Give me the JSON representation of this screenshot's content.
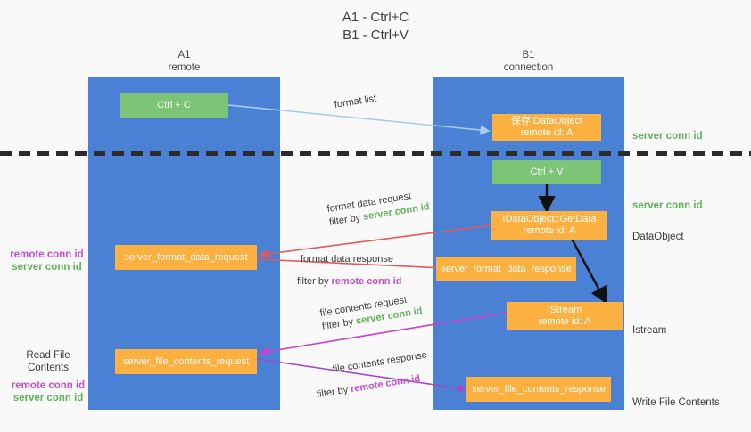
{
  "title": "A1 - Ctrl+C\nB1 - Ctrl+V",
  "columns": [
    {
      "name": "A1",
      "sub": "remote",
      "header": "A1\nremote"
    },
    {
      "name": "B1",
      "sub": "connection",
      "header": "B1\nconnection"
    }
  ],
  "nodes": {
    "ctrl_c": {
      "label": "Ctrl + C"
    },
    "save_idataobject": {
      "line1": "保存IDataObject",
      "line2": "remote id: A"
    },
    "ctrl_v": {
      "label": "Ctrl + V"
    },
    "idataobject_getdata": {
      "line1": "IDataObject::GetData",
      "line2": "remote id: A"
    },
    "server_format_data_request": {
      "label": "server_format_data_request"
    },
    "server_format_data_response": {
      "label": "server_format_data_response"
    },
    "istream": {
      "line1": "IStream",
      "line2": "remote id: A"
    },
    "server_file_contents_request": {
      "label": "server_file_contents_request"
    },
    "server_file_contents_response": {
      "label": "server_file_contents_response"
    }
  },
  "edges": [
    {
      "id": "format-list",
      "line1": "format list",
      "filter_prefix": "",
      "filter_value": ""
    },
    {
      "id": "format-data-request",
      "line1": "format data request",
      "filter_prefix": "filter by ",
      "filter_value": "server conn id"
    },
    {
      "id": "format-data-response",
      "line1": "format data response",
      "filter_prefix": "filter by ",
      "filter_value": "remote conn id"
    },
    {
      "id": "file-contents-request",
      "line1": "file contents request",
      "filter_prefix": "filter by ",
      "filter_value": "server conn id"
    },
    {
      "id": "file-contents-response",
      "line1": "file contents response",
      "filter_prefix": "filter by ",
      "filter_value": "remote conn id"
    }
  ],
  "right_annotations": [
    {
      "id": "server-conn-id-top",
      "text": "server conn id"
    },
    {
      "id": "server-conn-id-second",
      "text": "server conn id"
    },
    {
      "id": "dataobject",
      "text": "DataObject"
    },
    {
      "id": "istream",
      "text": "Istream"
    },
    {
      "id": "write-file-contents",
      "text": "Write File Contents"
    }
  ],
  "left_annotations": {
    "format_block": {
      "remote": "remote conn id",
      "server": "server conn id"
    },
    "read_file": {
      "heading": "Read File Contents",
      "remote": "remote conn id",
      "server": "server conn id"
    }
  },
  "colors": {
    "lane": "#4a81d4",
    "green_node": "#7cc576",
    "orange_node": "#fbb040",
    "server_conn_id": "#5fb25a",
    "remote_conn_id": "#c24fd0",
    "arrow_light_blue": "#a8cdf0",
    "arrow_red": "#e05a5a",
    "arrow_magenta": "#cc3ecc",
    "arrow_purple": "#a14bc4",
    "arrow_black": "#111111",
    "background": "#f9f9f9"
  }
}
